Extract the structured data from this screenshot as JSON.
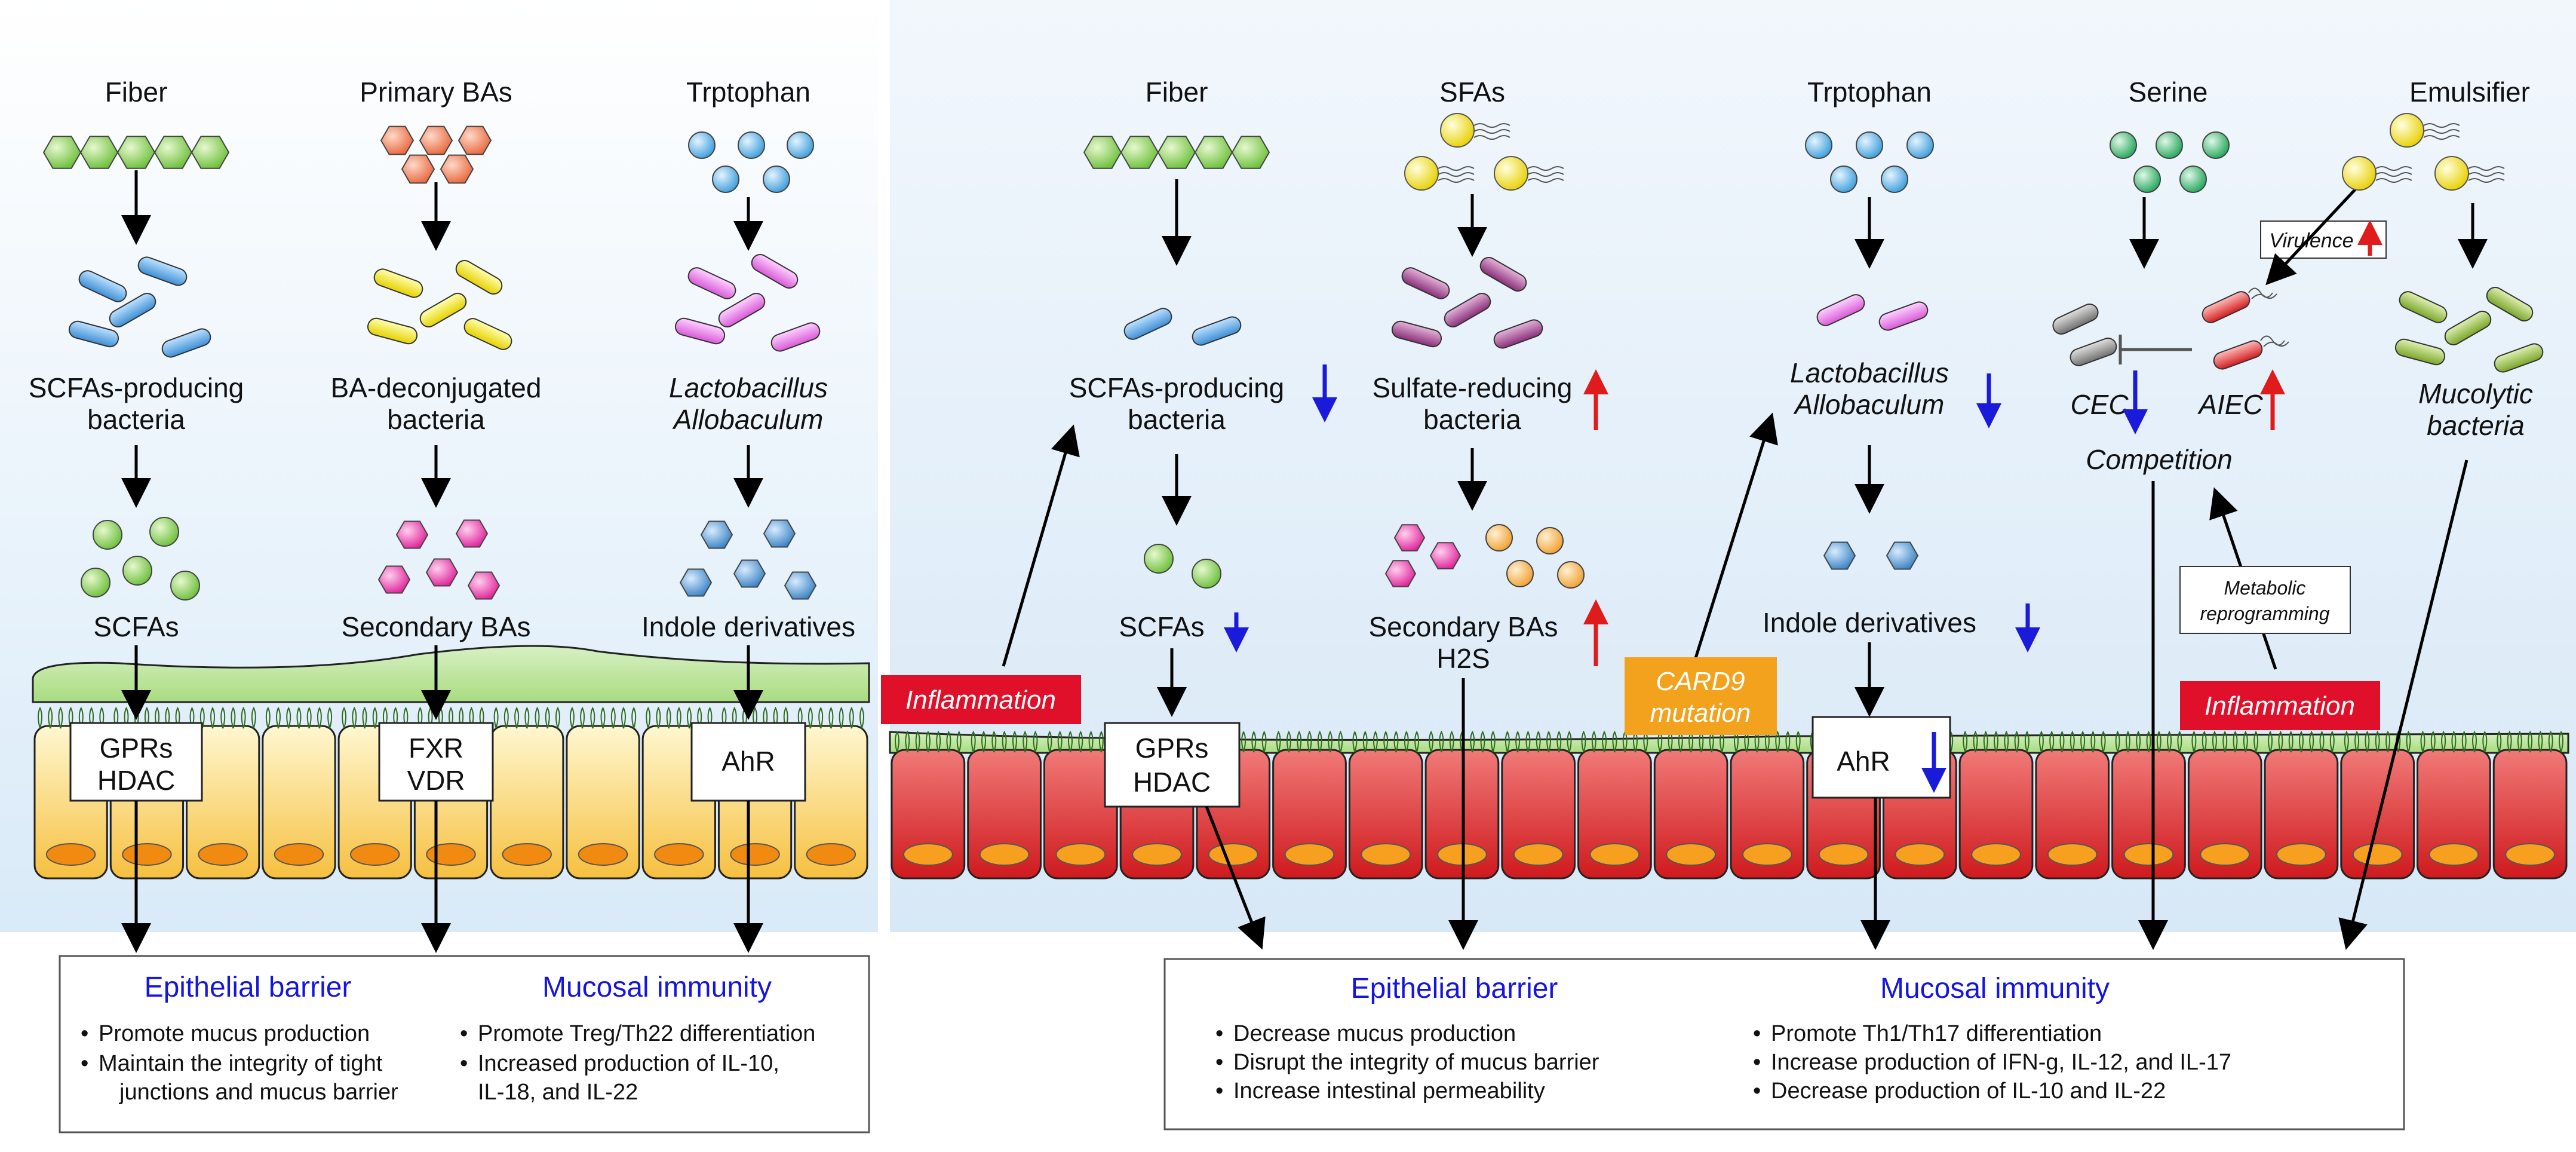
{
  "left": {
    "columns": [
      {
        "top": "Fiber",
        "bacteria": [
          "SCFAs-producing",
          "bacteria"
        ],
        "metabolite": "SCFAs",
        "receptor": [
          "GPRs",
          "HDAC"
        ]
      },
      {
        "top": "Primary BAs",
        "bacteria": [
          "BA-deconjugated",
          "bacteria"
        ],
        "metabolite": "Secondary BAs",
        "receptor": [
          "FXR",
          "VDR"
        ]
      },
      {
        "top": "Trptophan",
        "bacteria": [
          "Lactobacillus",
          "Allobaculum"
        ],
        "metabolite": "Indole derivatives",
        "receptor": [
          "AhR"
        ]
      }
    ],
    "outcome": {
      "barrier_title": "Epithelial barrier",
      "barrier_items": [
        "Promote mucus production",
        "Maintain the integrity of tight",
        "junctions and mucus barrier"
      ],
      "immunity_title": "Mucosal immunity",
      "immunity_items": [
        "Promote Treg/Th22 differentiation",
        "Increased production of  IL-10,",
        "IL-18, and IL-22"
      ]
    }
  },
  "right": {
    "fiber": {
      "top": "Fiber",
      "bacteria": [
        "SCFAs-producing",
        "bacteria"
      ],
      "metabolite": "SCFAs",
      "receptor": [
        "GPRs",
        "HDAC"
      ]
    },
    "sfa": {
      "top": "SFAs",
      "bacteria": [
        "Sulfate-reducing",
        "bacteria"
      ],
      "metabolite": [
        "Secondary BAs",
        "H2S"
      ]
    },
    "trp": {
      "top": "Trptophan",
      "bacteria": [
        "Lactobacillus",
        "Allobaculum"
      ],
      "metabolite": "Indole derivatives",
      "receptor": "AhR"
    },
    "serine": {
      "top": "Serine",
      "cec": "CEC",
      "aiec": "AIEC",
      "competition": "Competition"
    },
    "emulsifier": {
      "top": "Emulsifier",
      "bacteria": [
        "Mucolytic",
        "bacteria"
      ]
    },
    "virulence": "Virulence",
    "metabolic": [
      "Metabolic",
      "reprogramming"
    ],
    "inflammation_left": "Inflammation",
    "inflammation_right": "Inflammation",
    "card9": [
      "CARD9",
      "mutation"
    ],
    "outcome": {
      "barrier_title": "Epithelial barrier",
      "barrier_items": [
        "Decrease mucus production",
        "Disrupt the integrity of mucus barrier",
        "Increase intestinal permeability"
      ],
      "immunity_title": "Mucosal immunity",
      "immunity_items": [
        "Promote Th1/Th17 differentiation",
        "Increase production of IFN-g, IL-12, and  IL-17",
        "Decrease production of IL-10 and IL-22"
      ]
    }
  },
  "colors": {
    "blue_arrow": "#1a1adb",
    "red_arrow": "#e01b1b",
    "inflammation_bg": "#e0102a",
    "card9_bg": "#f2a21c"
  }
}
